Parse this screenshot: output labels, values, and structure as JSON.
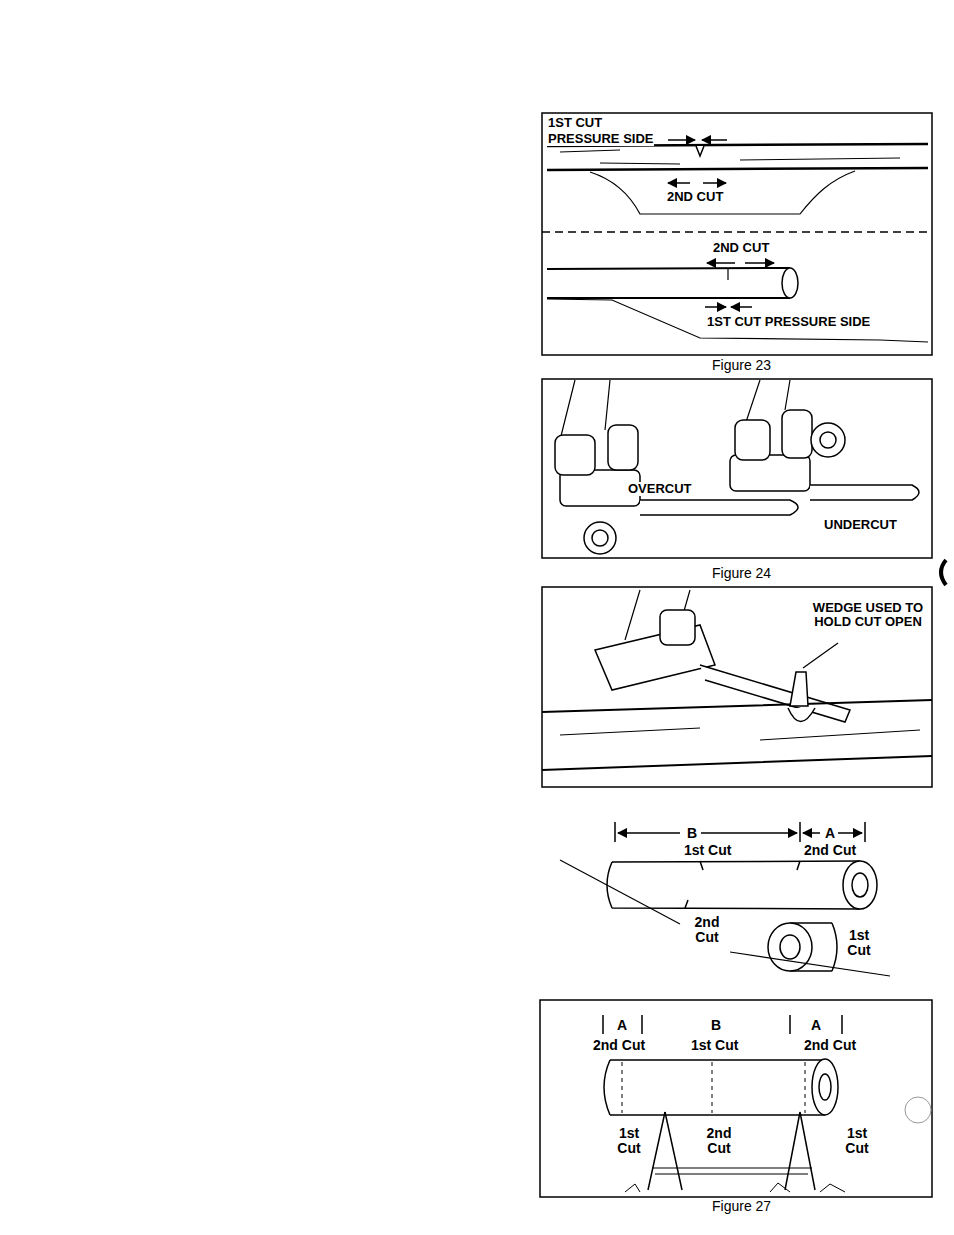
{
  "diagram": {
    "labels": [
      "1ST CUT",
      "PRESSURE SIDE",
      "2ND CUT",
      "2ND CUT",
      "1ST CUT PRESSURE SIDE",
      "Figure 23",
      "OVERCUT",
      "UNDERCUT",
      "Figure 24",
      "WEDGE USED TO HOLD CUT OPEN",
      "B",
      "1st Cut",
      "A",
      "2nd Cut",
      "2nd Cut",
      "1st Cut",
      "A",
      "2nd Cut",
      "B",
      "1st Cut",
      "A",
      "2nd Cut",
      "1st Cut",
      "2nd Cut",
      "1st Cut",
      "Figure 27"
    ]
  }
}
